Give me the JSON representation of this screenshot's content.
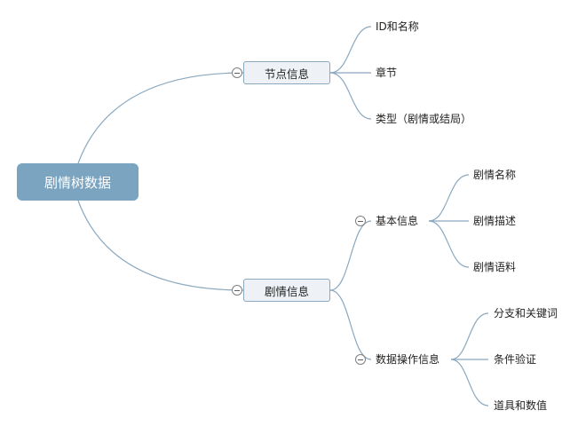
{
  "root": {
    "label": "剧情树数据"
  },
  "branches": [
    {
      "label": "节点信息",
      "children": [
        "ID和名称",
        "章节",
        "类型（剧情或结局）"
      ]
    },
    {
      "label": "剧情信息",
      "children": [
        {
          "label": "基本信息",
          "children": [
            "剧情名称",
            "剧情描述",
            "剧情语料"
          ]
        },
        {
          "label": "数据操作信息",
          "children": [
            "分支和关键词",
            "条件验证",
            "道具和数值"
          ]
        }
      ]
    }
  ],
  "colors": {
    "connector": "#8aa8bf",
    "root_fill": "#7ba4c0",
    "node_fill": "#eef2f6",
    "node_border": "#8aa8bf"
  },
  "icons": {
    "collapse": "collapse-minus-icon"
  }
}
